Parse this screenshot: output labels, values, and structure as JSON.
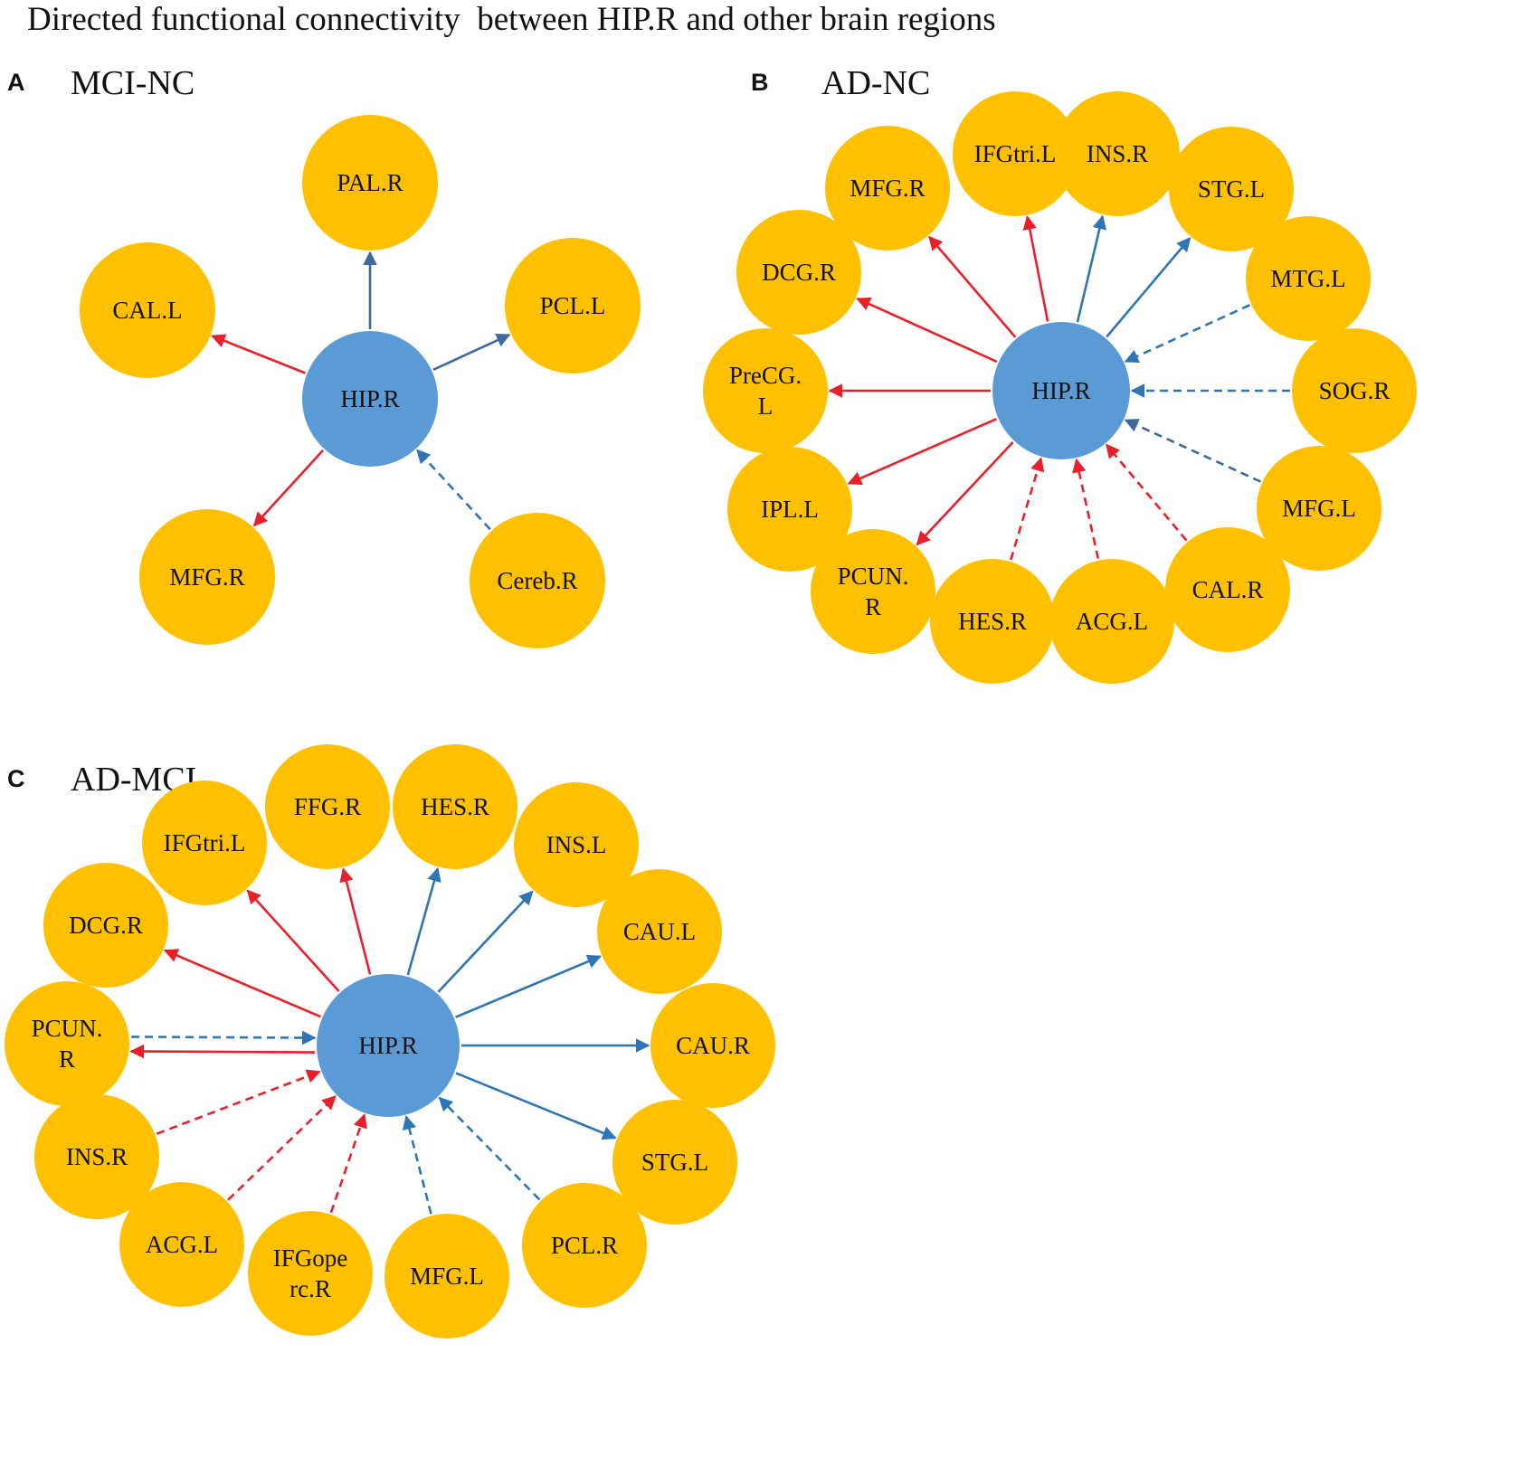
{
  "title": "Directed functional connectivity  between HIP.R and other brain regions",
  "colors": {
    "node_fill": "#FFC000",
    "hub_fill": "#5B9BD5",
    "red": "#E8202A",
    "blue": "#2E75B6",
    "slate": "#3D6A9A"
  },
  "panels": [
    {
      "letter": "A",
      "name": "MCI-NC",
      "hub": "HIP.R",
      "nodes": [
        {
          "label": [
            "PAL.R"
          ],
          "direction": "out",
          "color": "slate",
          "style": "solid"
        },
        {
          "label": [
            "PCL.L"
          ],
          "direction": "out",
          "color": "slate",
          "style": "solid"
        },
        {
          "label": [
            "CAL.L"
          ],
          "direction": "out",
          "color": "red",
          "style": "solid"
        },
        {
          "label": [
            "MFG.R"
          ],
          "direction": "out",
          "color": "red",
          "style": "solid"
        },
        {
          "label": [
            "Cereb.R"
          ],
          "direction": "in",
          "color": "blue",
          "style": "dashed"
        }
      ]
    },
    {
      "letter": "B",
      "name": "AD-NC",
      "hub": "HIP.R",
      "nodes": [
        {
          "label": [
            "IFGtri.L"
          ],
          "direction": "out",
          "color": "red",
          "style": "solid"
        },
        {
          "label": [
            "INS.R"
          ],
          "direction": "out",
          "color": "blue",
          "style": "solid"
        },
        {
          "label": [
            "STG.L"
          ],
          "direction": "out",
          "color": "blue",
          "style": "solid"
        },
        {
          "label": [
            "MTG.L"
          ],
          "direction": "in",
          "color": "blue",
          "style": "dashed"
        },
        {
          "label": [
            "SOG.R"
          ],
          "direction": "in",
          "color": "blue",
          "style": "dashed"
        },
        {
          "label": [
            "MFG.L"
          ],
          "direction": "in",
          "color": "slate",
          "style": "dashed"
        },
        {
          "label": [
            "CAL.R"
          ],
          "direction": "in",
          "color": "red",
          "style": "dashed"
        },
        {
          "label": [
            "ACG.L"
          ],
          "direction": "in",
          "color": "red",
          "style": "dashed"
        },
        {
          "label": [
            "HES.R"
          ],
          "direction": "in",
          "color": "red",
          "style": "dashed"
        },
        {
          "label": [
            "PCUN.",
            "R"
          ],
          "direction": "out",
          "color": "red",
          "style": "solid"
        },
        {
          "label": [
            "IPL.L"
          ],
          "direction": "out",
          "color": "red",
          "style": "solid"
        },
        {
          "label": [
            "PreCG.",
            "L"
          ],
          "direction": "out",
          "color": "red",
          "style": "solid"
        },
        {
          "label": [
            "DCG.R"
          ],
          "direction": "out",
          "color": "red",
          "style": "solid"
        },
        {
          "label": [
            "MFG.R"
          ],
          "direction": "out",
          "color": "red",
          "style": "solid"
        }
      ]
    },
    {
      "letter": "C",
      "name": "AD-MCI",
      "hub": "HIP.R",
      "nodes": [
        {
          "label": [
            "FFG.R"
          ],
          "direction": "out",
          "color": "red",
          "style": "solid"
        },
        {
          "label": [
            "HES.R"
          ],
          "direction": "out",
          "color": "blue",
          "style": "solid"
        },
        {
          "label": [
            "INS.L"
          ],
          "direction": "out",
          "color": "blue",
          "style": "solid"
        },
        {
          "label": [
            "CAU.L"
          ],
          "direction": "out",
          "color": "blue",
          "style": "solid"
        },
        {
          "label": [
            "CAU.R"
          ],
          "direction": "out",
          "color": "blue",
          "style": "solid"
        },
        {
          "label": [
            "STG.L"
          ],
          "direction": "out",
          "color": "blue",
          "style": "solid"
        },
        {
          "label": [
            "PCL.R"
          ],
          "direction": "in",
          "color": "blue",
          "style": "dashed"
        },
        {
          "label": [
            "MFG.L"
          ],
          "direction": "in",
          "color": "blue",
          "style": "dashed"
        },
        {
          "label": [
            "IFGope",
            "rc.R"
          ],
          "direction": "in",
          "color": "red",
          "style": "dashed"
        },
        {
          "label": [
            "ACG.L"
          ],
          "direction": "in",
          "color": "red",
          "style": "dashed"
        },
        {
          "label": [
            "INS.R"
          ],
          "direction": "in",
          "color": "red",
          "style": "dashed"
        },
        {
          "label": [
            "PCUN.",
            "R"
          ],
          "direction": "both",
          "color": "red",
          "style": "solid",
          "in_color": "blue",
          "in_style": "dashed"
        },
        {
          "label": [
            "DCG.R"
          ],
          "direction": "out",
          "color": "red",
          "style": "solid"
        },
        {
          "label": [
            "IFGtri.L"
          ],
          "direction": "out",
          "color": "red",
          "style": "solid"
        }
      ]
    }
  ]
}
